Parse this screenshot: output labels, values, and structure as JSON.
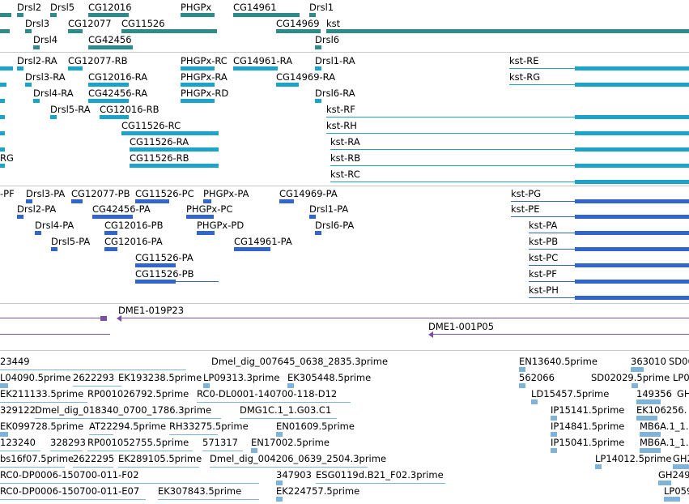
{
  "colors": {
    "gene": "#2e8b8b",
    "mrna": "#1ba3c8",
    "cds": "#3366cc",
    "clone": "#7b4fa6",
    "est": "#7fb3d9",
    "separator": "#c8c8c8"
  },
  "gene_track": {
    "genes": [
      {
        "label": "Drsl2"
      },
      {
        "label": "Drsl5"
      },
      {
        "label": "CG12016"
      },
      {
        "label": "PHGPx"
      },
      {
        "label": "CG14961"
      },
      {
        "label": "Drsl1"
      },
      {
        "label": "Drsl3"
      },
      {
        "label": "CG12077"
      },
      {
        "label": "CG11526"
      },
      {
        "label": "CG14969"
      },
      {
        "label": "kst"
      },
      {
        "label": "Drsl4"
      },
      {
        "label": "CG42456"
      },
      {
        "label": "Drsl6"
      }
    ]
  },
  "mrna_track": {
    "transcripts": [
      {
        "label": "Drsl2-RA"
      },
      {
        "label": "CG12077-RB"
      },
      {
        "label": "PHGPx-RC"
      },
      {
        "label": "CG14961-RA"
      },
      {
        "label": "Drsl1-RA"
      },
      {
        "label": "kst-RE"
      },
      {
        "label": "Drsl3-RA"
      },
      {
        "label": "CG12016-RA"
      },
      {
        "label": "PHGPx-RA"
      },
      {
        "label": "CG14969-RA"
      },
      {
        "label": "kst-RG"
      },
      {
        "label": "Drsl4-RA"
      },
      {
        "label": "CG42456-RA"
      },
      {
        "label": "PHGPx-RD"
      },
      {
        "label": "Drsl6-RA"
      },
      {
        "label": "Drsl5-RA"
      },
      {
        "label": "CG12016-RB"
      },
      {
        "label": "kst-RF"
      },
      {
        "label": "CG11526-RC"
      },
      {
        "label": "kst-RH"
      },
      {
        "label": "CG11526-RA"
      },
      {
        "label": "kst-RA"
      },
      {
        "label": "RG"
      },
      {
        "label": "CG11526-RB"
      },
      {
        "label": "kst-RB"
      },
      {
        "label": "kst-RC"
      }
    ]
  },
  "cds_track": {
    "proteins": [
      {
        "label": "-PF"
      },
      {
        "label": "Drsl3-PA"
      },
      {
        "label": "CG12077-PB"
      },
      {
        "label": "CG11526-PC"
      },
      {
        "label": "PHGPx-PA"
      },
      {
        "label": "CG14969-PA"
      },
      {
        "label": "kst-PG"
      },
      {
        "label": "Drsl2-PA"
      },
      {
        "label": "CG42456-PA"
      },
      {
        "label": "PHGPx-PC"
      },
      {
        "label": "Drsl1-PA"
      },
      {
        "label": "kst-PE"
      },
      {
        "label": "Drsl4-PA"
      },
      {
        "label": "CG12016-PB"
      },
      {
        "label": "PHGPx-PD"
      },
      {
        "label": "Drsl6-PA"
      },
      {
        "label": "kst-PA"
      },
      {
        "label": "Drsl5-PA"
      },
      {
        "label": "CG12016-PA"
      },
      {
        "label": "CG14961-PA"
      },
      {
        "label": "kst-PB"
      },
      {
        "label": "CG11526-PA"
      },
      {
        "label": "kst-PC"
      },
      {
        "label": "CG11526-PB"
      },
      {
        "label": "kst-PF"
      },
      {
        "label": "kst-PH"
      }
    ]
  },
  "clone_track": {
    "clones": [
      {
        "label": "DME1-019P23"
      },
      {
        "label": "DME1-001P05"
      }
    ]
  },
  "est_track": {
    "ests": [
      {
        "label": "23449"
      },
      {
        "label": "Dmel_dig_007645_0638_2835.3prime"
      },
      {
        "label": "EN13640.5prime"
      },
      {
        "label": "363010"
      },
      {
        "label": "SD06"
      },
      {
        "label": "L04090.5prime"
      },
      {
        "label": "2622293"
      },
      {
        "label": "EK193238.5prime"
      },
      {
        "label": "LP09313.3prime"
      },
      {
        "label": "EK305448.5prime"
      },
      {
        "label": "562066"
      },
      {
        "label": "SD02029.5prime"
      },
      {
        "label": "LP0"
      },
      {
        "label": "EK211133.5prime"
      },
      {
        "label": "RP001026792.5prime"
      },
      {
        "label": "RC0-DL0001-140700-118-D12"
      },
      {
        "label": "LD15457.5prime"
      },
      {
        "label": "149356"
      },
      {
        "label": "GH"
      },
      {
        "label": "329122"
      },
      {
        "label": "Dmel_dig_018340_0700_1786.3prime"
      },
      {
        "label": "DMG1C.1_1.G03.C1"
      },
      {
        "label": "IP15141.5prime"
      },
      {
        "label": "EK106256."
      },
      {
        "label": "EK099728.5prime"
      },
      {
        "label": "AT22294.5prime"
      },
      {
        "label": "RH33275.5prime"
      },
      {
        "label": "EN01609.5prime"
      },
      {
        "label": "IP14841.5prime"
      },
      {
        "label": "MB6A.1_1."
      },
      {
        "label": "123240"
      },
      {
        "label": "328293"
      },
      {
        "label": "RP001052755.5prime"
      },
      {
        "label": "571317"
      },
      {
        "label": "EN17002.5prime"
      },
      {
        "label": "IP15041.5prime"
      },
      {
        "label": "MB6A.1_1."
      },
      {
        "label": "bs16f07.5prime"
      },
      {
        "label": "2622295"
      },
      {
        "label": "EK289105.5prime"
      },
      {
        "label": "Dmel_dig_004206_0639_2504.3prime"
      },
      {
        "label": "LP14012.5prime"
      },
      {
        "label": "GH2"
      },
      {
        "label": "RC0-DP0006-150700-011-F02"
      },
      {
        "label": "347903"
      },
      {
        "label": "ESG0119d.B21_F02.3prime"
      },
      {
        "label": "GH249"
      },
      {
        "label": "RC0-DP0006-150700-011-E07"
      },
      {
        "label": "EK307843.5prime"
      },
      {
        "label": "EK224757.5prime"
      },
      {
        "label": "LP059"
      }
    ]
  }
}
